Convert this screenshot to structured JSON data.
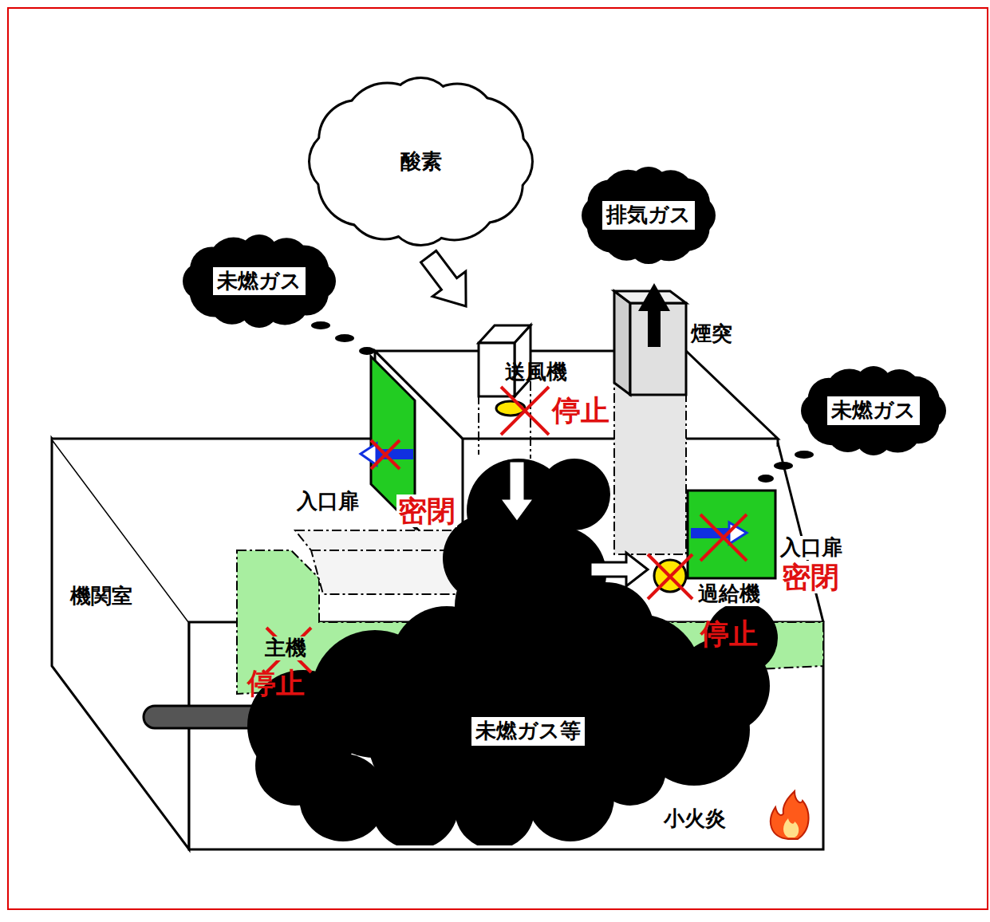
{
  "diagram": {
    "nodes": [
      {
        "text": [
          "未燃ガス"
        ]
      },
      {
        "text": [
          "酸素"
        ]
      },
      {
        "text": [
          "排気ガス"
        ]
      },
      {
        "text": [
          "未燃ガス"
        ]
      },
      {
        "text": [
          "未燃ガス等"
        ]
      }
    ],
    "labels": [
      "送風機",
      "停止",
      "煙突",
      "入口扉",
      "密閉",
      "過給機",
      "停止",
      "入口扉",
      "密閉",
      "機関室",
      "主機",
      "停止",
      "小火炎"
    ]
  }
}
